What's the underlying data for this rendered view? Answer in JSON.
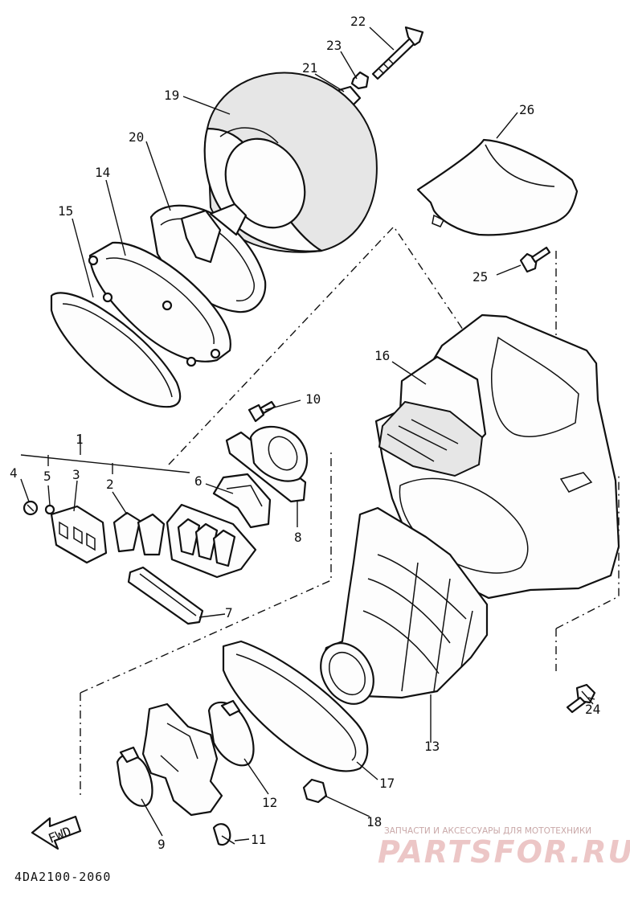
{
  "diagram": {
    "code": "4DA2100-2060",
    "fwd_label": "FWD",
    "watermark": {
      "subtitle": "ЗАПЧАСТИ И АКСЕССУАРЫ ДЛЯ МОТОТЕХНИКИ",
      "logo": "PARTSFOR.RU"
    },
    "callouts": [
      "1",
      "2",
      "3",
      "4",
      "5",
      "6",
      "7",
      "8",
      "9",
      "10",
      "11",
      "12",
      "13",
      "14",
      "15",
      "16",
      "17",
      "18",
      "19",
      "20",
      "21",
      "22",
      "23",
      "24",
      "25",
      "26"
    ]
  },
  "colors": {
    "ink": "#111111",
    "paper": "#ffffff",
    "watermark": "#e8b8b8"
  }
}
